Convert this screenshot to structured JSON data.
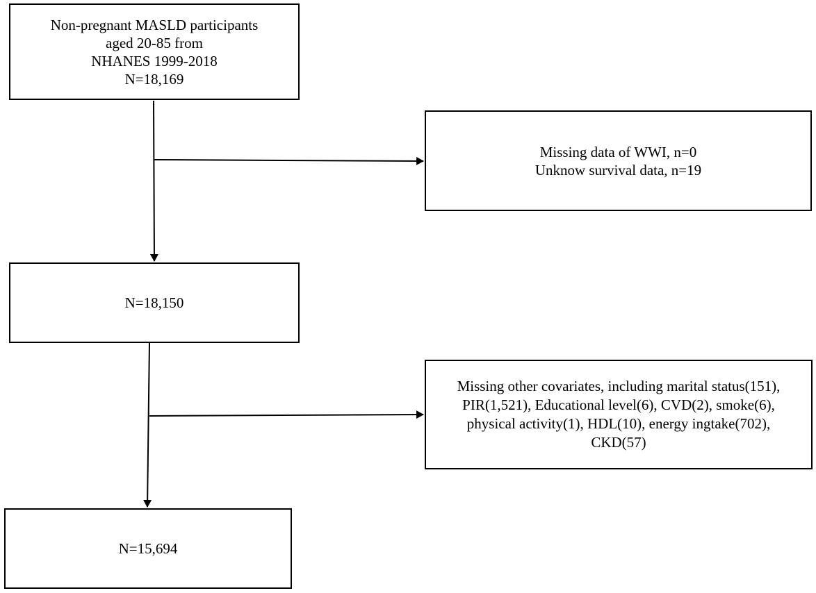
{
  "boxes": {
    "start": {
      "lines": [
        "Non-pregnant MASLD participants",
        "aged 20-85 from",
        "NHANES 1999-2018",
        "N=18,169"
      ]
    },
    "exclusion1": {
      "lines": [
        "Missing data of WWI, n=0",
        "Unknow survival data, n=19"
      ]
    },
    "step2": {
      "lines": [
        "N=18,150"
      ]
    },
    "exclusion2": {
      "lines": [
        "Missing other covariates, including marital status(151),",
        "PIR(1,521), Educational level(6), CVD(2), smoke(6),",
        "physical activity(1), HDL(10), energy ingtake(702),",
        "CKD(57)"
      ]
    },
    "final": {
      "lines": [
        "N=15,694"
      ]
    }
  },
  "colors": {
    "line": "#000000",
    "box_border": "#000000",
    "background": "#ffffff"
  }
}
